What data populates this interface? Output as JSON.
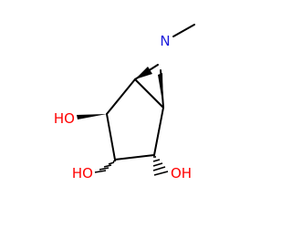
{
  "molecule": {
    "atoms": {
      "n": "N",
      "oh_left": "HO",
      "oh_bottom_left": "HO",
      "oh_bottom_right": "OH"
    }
  },
  "colors": {
    "nitrogen": "#1a1adc",
    "oxygen": "#ff0000",
    "bond": "#000000"
  }
}
